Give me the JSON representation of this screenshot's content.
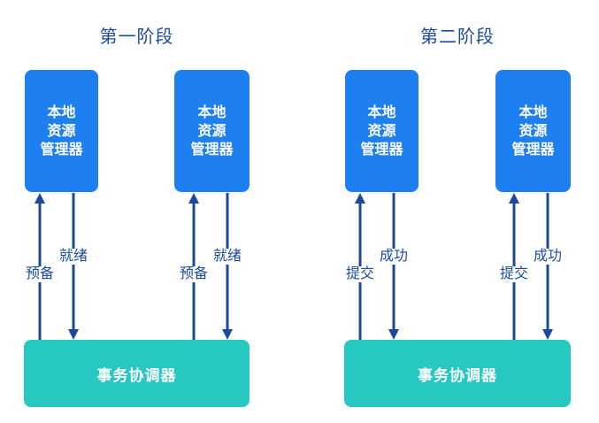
{
  "diagram": {
    "description": "two-phase-commit-protocol-diagram",
    "colors": {
      "resource_manager_box": "#1e80f0",
      "coordinator_box": "#27c8c2",
      "arrow_and_text": "#1b4a9b",
      "box_text": "#ffffff",
      "background": "#ffffff"
    },
    "phases": [
      {
        "title": "第一阶段",
        "rm_lines": [
          "本地",
          "资源",
          "管理器"
        ],
        "coordinator": "事务协调器",
        "request_label": "预备",
        "response_label": "就绪"
      },
      {
        "title": "第二阶段",
        "rm_lines": [
          "本地",
          "资源",
          "管理器"
        ],
        "coordinator": "事务协调器",
        "request_label": "提交",
        "response_label": "成功"
      }
    ]
  }
}
